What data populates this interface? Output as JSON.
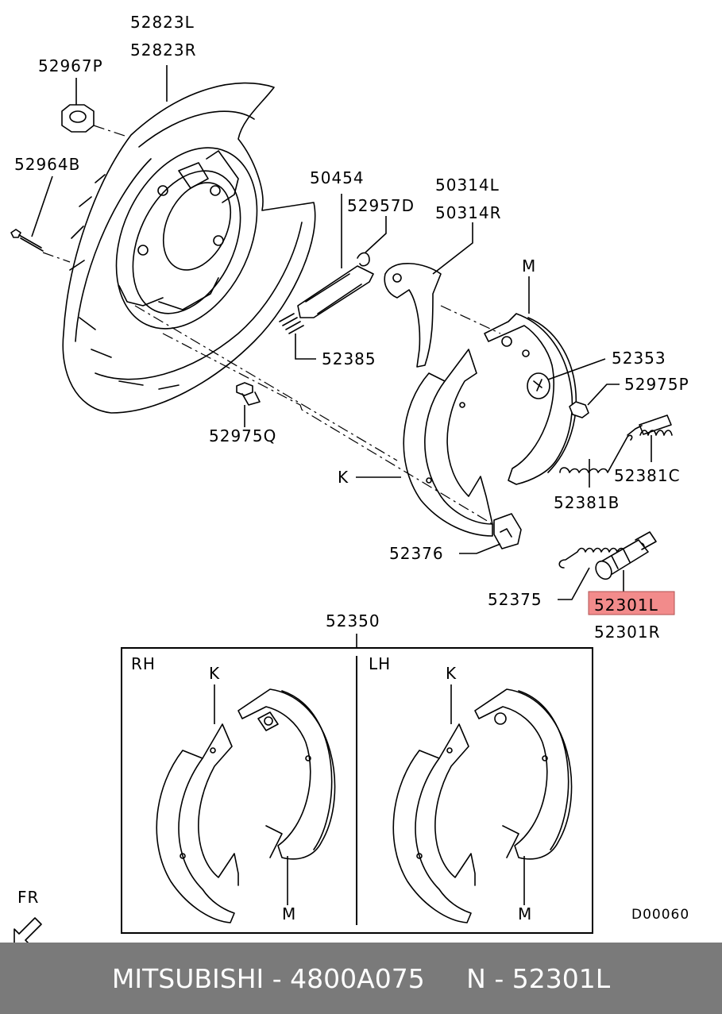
{
  "labels": {
    "backing_plate_l": "52823L",
    "backing_plate_r": "52823R",
    "nut": "52967P",
    "bolt_52964": "52964B",
    "lever": "50454",
    "pin_52957": "52957D",
    "lever_l": "50314L",
    "lever_r": "50314R",
    "m_top": "M",
    "clip_52385": "52385",
    "plate_52353": "52353",
    "bolt_52975p": "52975P",
    "spring_52381c": "52381C",
    "spring_52381b": "52381B",
    "k_top": "K",
    "bolt_52975q": "52975Q",
    "plate_52376": "52376",
    "spring_52375": "52375",
    "adjuster_l": "52301L",
    "adjuster_r": "52301R",
    "shoe_set": "52350",
    "rh": "RH",
    "lh": "LH",
    "k_rh": "K",
    "m_rh": "M",
    "k_lh": "K",
    "m_lh": "M",
    "fr": "FR",
    "drawing_code": "D00060"
  },
  "highlight_color": "#f28b8b",
  "footer": {
    "brand": "MITSUBISHI",
    "part_number": "4800A075",
    "ref": "N - 52301L"
  }
}
